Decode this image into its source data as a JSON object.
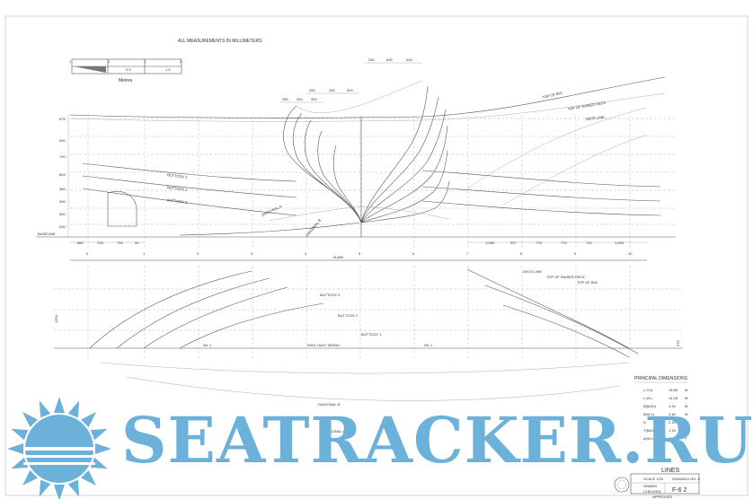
{
  "header": {
    "note": "ALL MEASUREMENTS IN MILLIMETERS"
  },
  "scale_bar": {
    "label": "Metres",
    "ticks": [
      "1",
      "0",
      "1",
      "2"
    ],
    "sub_ticks": [
      "0.5",
      "1.5"
    ]
  },
  "profile": {
    "labels": {
      "top_of_bull": "TOP OF BUL",
      "top_raised_deck": "TOP OF RAISED DECK",
      "deck_line": "DECK LINE",
      "buttock_1": "BUTTOCK 1",
      "buttock_2": "BUTTOCK 2",
      "buttock_3": "BUTTOCK 3",
      "baseline": "BASELINE",
      "diagonal_a": "DIAGONAL A",
      "diagonal_b": "DIAGONAL B"
    },
    "station_numbers": [
      "0",
      "1",
      "2",
      "3",
      "4",
      "5",
      "6",
      "7",
      "8",
      "9",
      "10"
    ],
    "overall_length": "15,860",
    "bottom_dims_left": [
      "660",
      "726",
      "726",
      "40"
    ],
    "bottom_dims_right": [
      "1,050",
      "927",
      "775",
      "770",
      "722",
      "1,000"
    ],
    "top_dims": [
      "250",
      "500",
      "500"
    ],
    "mid_dims": [
      "250",
      "250",
      "500"
    ],
    "right_dims": [
      "250",
      "250",
      "400"
    ],
    "left_heights": [
      "876",
      "900",
      "700",
      "604",
      "380",
      "300",
      "500",
      "200"
    ]
  },
  "plan": {
    "labels": {
      "deck_line": "DECK LINE",
      "top_raised_deck": "TOP OF RAISED DECK",
      "top_of_bull": "TOP OF BUL",
      "buttock_1": "BUTTOCK 1",
      "buttock_2": "BUTTOCK 2",
      "buttock_3": "BUTTOCK 3",
      "keel_half_siding": "KEEL HALF SIDING",
      "diagonal_a": "DIAGONAL A",
      "diagonal_b": "DIAGONAL B",
      "wl1": "WL 1",
      "wl1b": "WL 1"
    },
    "left_height": "1250",
    "right_height": "575"
  },
  "dimensions": {
    "title": "PRINCIPAL DIMENSIONS",
    "rows": [
      {
        "k": "L.O.A.",
        "v": "15.86",
        "u": "M"
      },
      {
        "k": "L.W.L.",
        "v": "14.08",
        "u": "M"
      },
      {
        "k": "B(MAX)",
        "v": "4.34",
        "u": "M"
      },
      {
        "k": "B(W.L)",
        "v": "4.40",
        "u": "M"
      },
      {
        "k": "D",
        "v": "2.10",
        "u": "M"
      },
      {
        "k": "T(MAX)",
        "v": "1.15",
        "u": "M"
      },
      {
        "k": "Δ(W.L)",
        "v": "21.00",
        "u": "T"
      }
    ]
  },
  "title_block": {
    "title": "LINES",
    "scale": "SCALE 1/25",
    "drawing": "DRAWING NO. 8",
    "drawn": "DRAWN",
    "checked": "CHECKED",
    "approved": "APPROVED",
    "drawing_code": "F-6 2"
  },
  "watermark": {
    "text": "SEATRACKER.RU",
    "color": "#6cb1d9",
    "icon": "sun-logo-icon"
  }
}
